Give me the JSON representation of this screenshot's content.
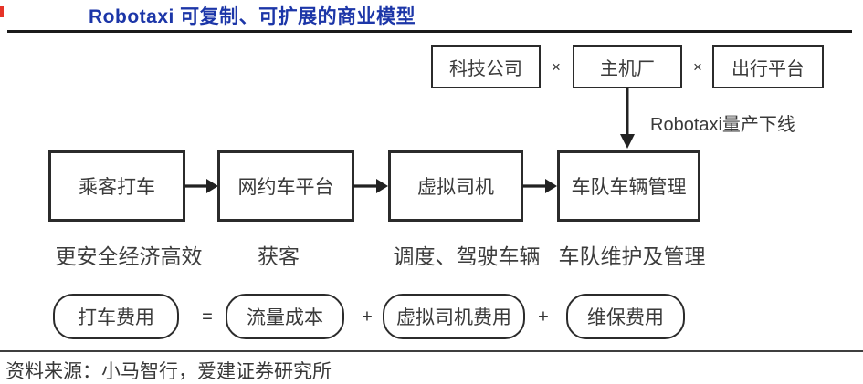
{
  "header": {
    "title": "Robotaxi 可复制、可扩展的商业模型"
  },
  "colors": {
    "title_blue": "#1c36a8",
    "accent_red": "#e63327",
    "line_black": "#1b1b1b",
    "border_dark": "#2b2b2b",
    "text_gray": "#3a3a3a"
  },
  "top_row": {
    "operator": "×",
    "boxes": [
      {
        "label": "科技公司"
      },
      {
        "label": "主机厂"
      },
      {
        "label": "出行平台"
      }
    ]
  },
  "annotations": {
    "mass_production": "Robotaxi量产下线"
  },
  "flow": {
    "boxes": [
      {
        "label": "乘客打车",
        "caption": "更安全经济高效"
      },
      {
        "label": "网约车平台",
        "caption": "获客"
      },
      {
        "label": "虚拟司机",
        "caption": "调度、驾驶车辆"
      },
      {
        "label": "车队车辆管理",
        "caption": "车队维护及管理"
      }
    ]
  },
  "formula": {
    "result": "打车费用",
    "equals": "=",
    "plus": "+",
    "terms": [
      {
        "label": "流量成本"
      },
      {
        "label": "虚拟司机费用"
      },
      {
        "label": "维保费用"
      }
    ]
  },
  "footer": {
    "source": "资料来源：小马智行，爱建证券研究所"
  }
}
